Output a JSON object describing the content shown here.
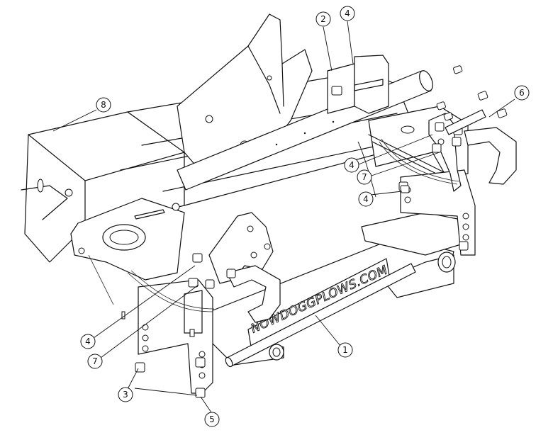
{
  "drawing": {
    "brand_text": "NOWDOGGPLOWS.COM"
  },
  "callouts": [
    {
      "id": "c2",
      "label": "2"
    },
    {
      "id": "c4a",
      "label": "4"
    },
    {
      "id": "c6",
      "label": "6"
    },
    {
      "id": "c8",
      "label": "8"
    },
    {
      "id": "c4b",
      "label": "4"
    },
    {
      "id": "c7a",
      "label": "7"
    },
    {
      "id": "c4c",
      "label": "4"
    },
    {
      "id": "c1",
      "label": "1"
    },
    {
      "id": "c4d",
      "label": "4"
    },
    {
      "id": "c7b",
      "label": "7"
    },
    {
      "id": "c3",
      "label": "3"
    },
    {
      "id": "c5",
      "label": "5"
    }
  ]
}
